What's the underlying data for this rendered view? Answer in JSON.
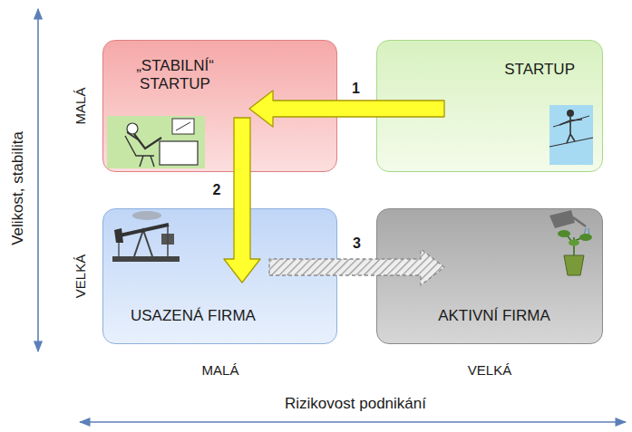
{
  "diagram": {
    "nodes": [
      {
        "text": [
          "„STABILNÍ“ STARTUP"
        ]
      },
      {
        "text": [
          "STARTUP"
        ]
      },
      {
        "text": [
          "USAZENÁ FIRMA"
        ]
      },
      {
        "text": [
          "AKTIVNÍ FIRMA"
        ]
      }
    ],
    "edges": [
      {
        "from": 1,
        "to": 0,
        "arrow": "to",
        "label": "1"
      },
      {
        "from": 0,
        "to": 2,
        "arrow": "to",
        "label": "2"
      },
      {
        "from": 2,
        "to": 3,
        "arrow": "to",
        "label": "3"
      }
    ],
    "labels": [
      "Velikost, stabilita",
      "MALÁ",
      "VELKÁ",
      "MALÁ",
      "VELKÁ",
      "Rizikovost podnikání"
    ]
  }
}
